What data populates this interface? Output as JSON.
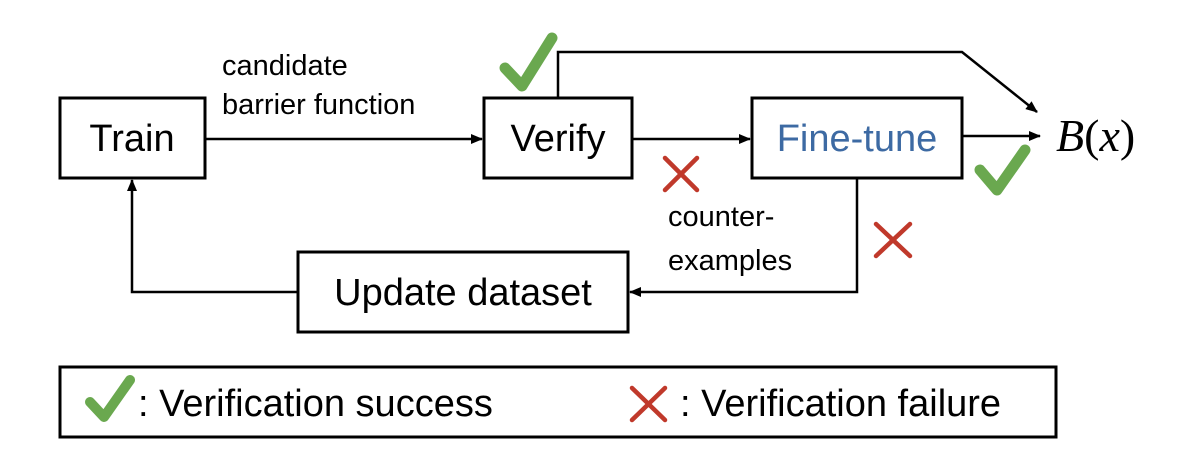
{
  "nodes": {
    "train": "Train",
    "verify": "Verify",
    "finetune": "Fine-tune",
    "update": "Update dataset"
  },
  "edges": {
    "train_to_verify_line1": "candidate",
    "train_to_verify_line2": "barrier function",
    "counterexamples_line1": "counter-",
    "counterexamples_line2": "examples"
  },
  "output": {
    "symbol": "B",
    "open_paren": "(",
    "variable": "x",
    "close_paren": ")"
  },
  "legend": {
    "success": ": Verification success",
    "failure": ": Verification failure"
  },
  "colors": {
    "check": "#6aa84f",
    "cross": "#c0392b",
    "finetune_text": "#3d6aa3",
    "stroke": "#000000"
  },
  "icons": {
    "success": "checkmark-icon",
    "failure": "cross-icon"
  }
}
